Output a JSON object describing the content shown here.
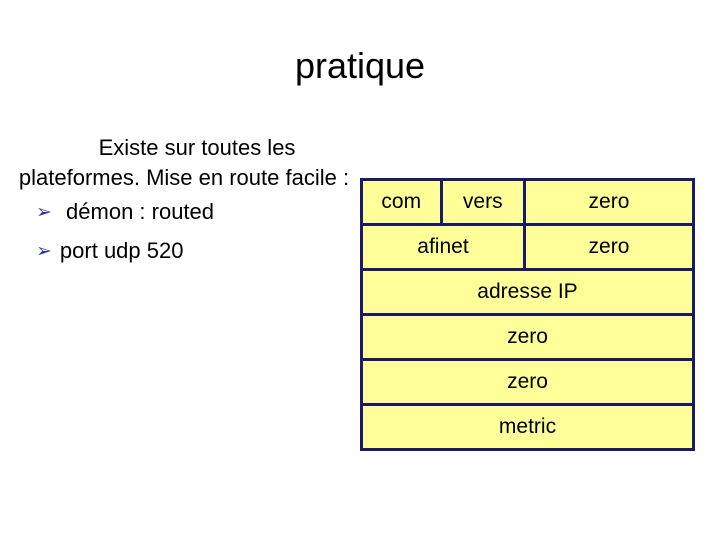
{
  "slide": {
    "title": "pratique",
    "background_color": "#ffffff"
  },
  "content": {
    "paragraph": "Existe sur toutes les plateformes. Mise en route facile :",
    "bullets": [
      {
        "glyph": "➢",
        "text": " démon : routed"
      },
      {
        "glyph": "➢",
        "text": "port udp 520"
      }
    ],
    "bullet_color": "#333399"
  },
  "packet_diagram": {
    "cell_fill": "#ffff99",
    "border_color": "#1a1a66",
    "rows": [
      {
        "cells": [
          {
            "label": "com"
          },
          {
            "label": "vers"
          },
          {
            "label": "zero"
          }
        ]
      },
      {
        "cells": [
          {
            "label": "afinet"
          },
          {
            "label": "zero"
          }
        ]
      },
      {
        "cells": [
          {
            "label": "adresse IP"
          }
        ]
      },
      {
        "cells": [
          {
            "label": "zero"
          }
        ]
      },
      {
        "cells": [
          {
            "label": "zero"
          }
        ]
      },
      {
        "cells": [
          {
            "label": "metric"
          }
        ]
      }
    ]
  }
}
